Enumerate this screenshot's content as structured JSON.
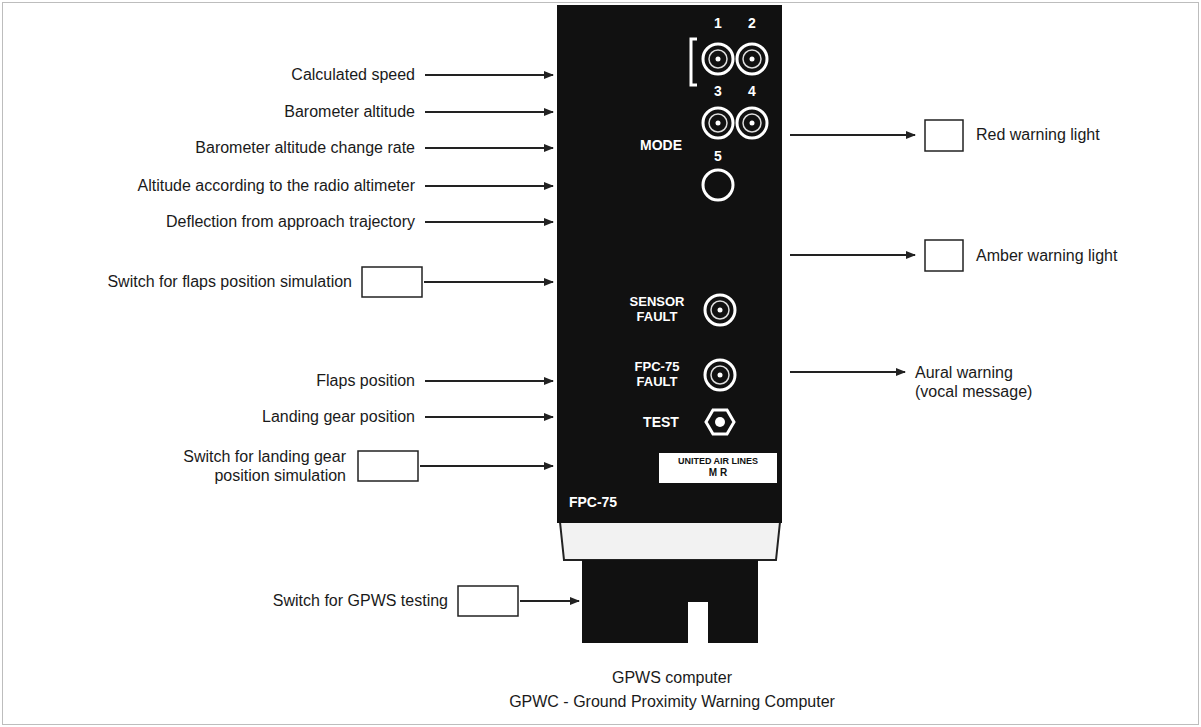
{
  "diagram": {
    "nodes": [
      {
        "text": [
          "1",
          "2",
          "3",
          "4",
          "MODE",
          "5",
          "SENSOR FAULT",
          "FPC-75 FAULT",
          "TEST",
          "FPC-75"
        ]
      },
      {
        "text": [
          "UNITED AIR LINES",
          "M R"
        ],
        "in": 0
      }
    ],
    "labels": [
      "Calculated speed",
      "Barometer altitude",
      "Barometer altitude change rate",
      "Altitude according to the radio altimeter",
      "Deflection from approach trajectory",
      "Switch for flaps position simulation",
      "Flaps position",
      "Landing gear position",
      "Switch for landing gear position simulation",
      "Switch for GPWS testing",
      "Red warning light",
      "Amber warning light",
      "Aural warning (vocal message)",
      "GPWS computer",
      "GPWC - Ground Proximity Warning Computer"
    ]
  }
}
